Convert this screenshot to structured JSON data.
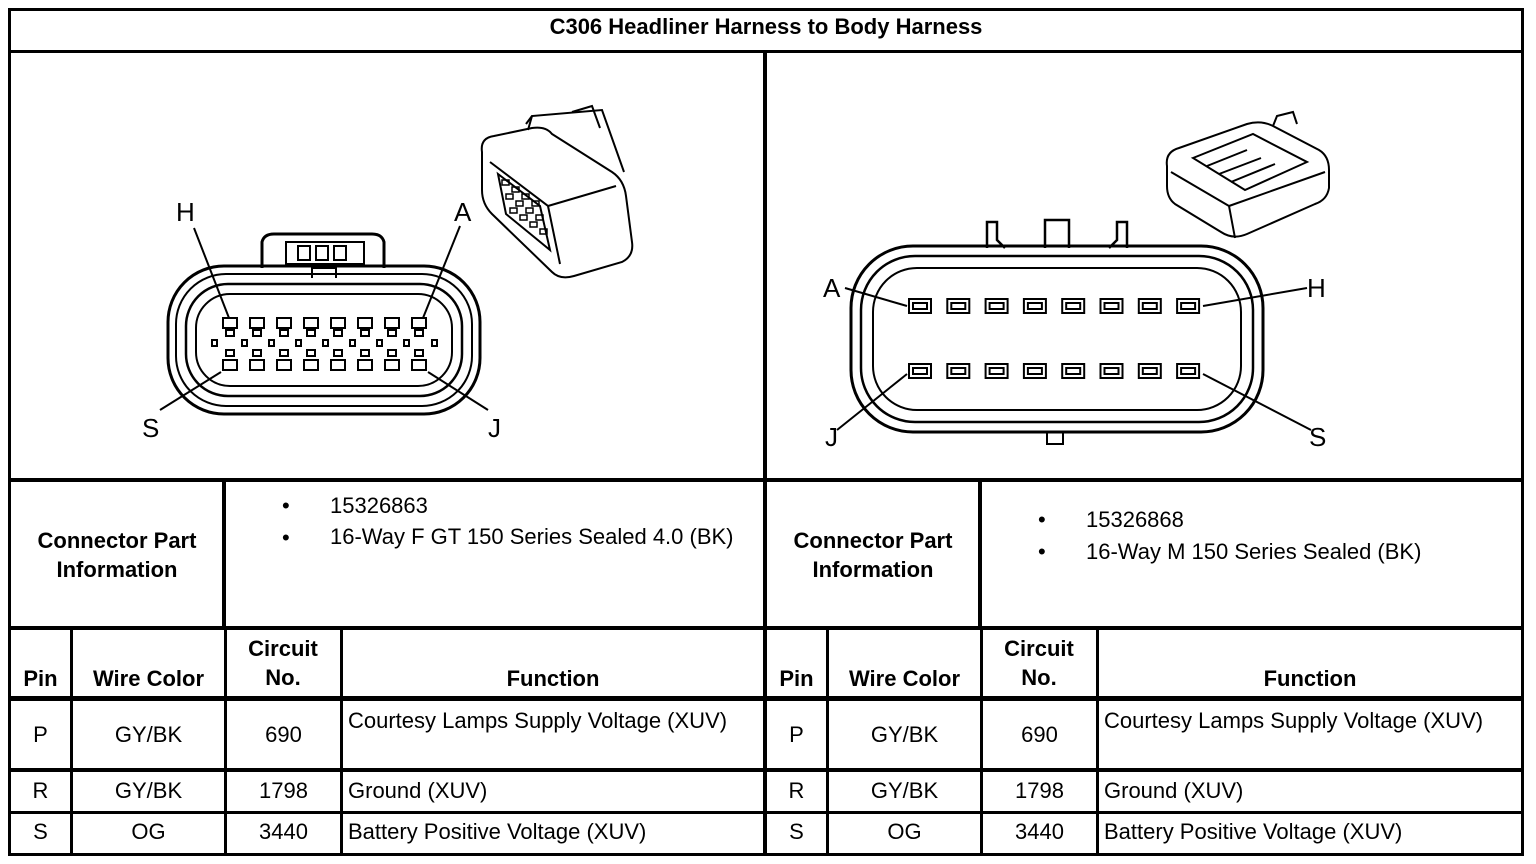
{
  "title": "C306 Headliner Harness to Body Harness",
  "connectors": [
    {
      "info_label": "Connector Part Information",
      "part_items": [
        "15326863",
        "16-Way F GT 150 Series Sealed 4.0 (BK)"
      ],
      "pin_labels": {
        "top_right": "A",
        "top_left": "H",
        "bottom_right": "J",
        "bottom_left": "S"
      },
      "headers": {
        "pin": "Pin",
        "wire_color": "Wire Color",
        "circuit": "Circuit No.",
        "function": "Function"
      },
      "rows": [
        {
          "pin": "P",
          "wire_color": "GY/BK",
          "circuit": "690",
          "function": "Courtesy Lamps Supply Voltage (XUV)"
        },
        {
          "pin": "R",
          "wire_color": "GY/BK",
          "circuit": "1798",
          "function": "Ground (XUV)"
        },
        {
          "pin": "S",
          "wire_color": "OG",
          "circuit": "3440",
          "function": "Battery Positive Voltage (XUV)"
        }
      ]
    },
    {
      "info_label": "Connector Part Information",
      "part_items": [
        "15326868",
        "16-Way M 150 Series Sealed (BK)"
      ],
      "pin_labels": {
        "top_left": "A",
        "top_right": "H",
        "bottom_left": "J",
        "bottom_right": "S"
      },
      "headers": {
        "pin": "Pin",
        "wire_color": "Wire Color",
        "circuit": "Circuit No.",
        "function": "Function"
      },
      "rows": [
        {
          "pin": "P",
          "wire_color": "GY/BK",
          "circuit": "690",
          "function": "Courtesy Lamps Supply Voltage (XUV)"
        },
        {
          "pin": "R",
          "wire_color": "GY/BK",
          "circuit": "1798",
          "function": "Ground (XUV)"
        },
        {
          "pin": "S",
          "wire_color": "OG",
          "circuit": "3440",
          "function": "Battery Positive Voltage (XUV)"
        }
      ]
    }
  ]
}
